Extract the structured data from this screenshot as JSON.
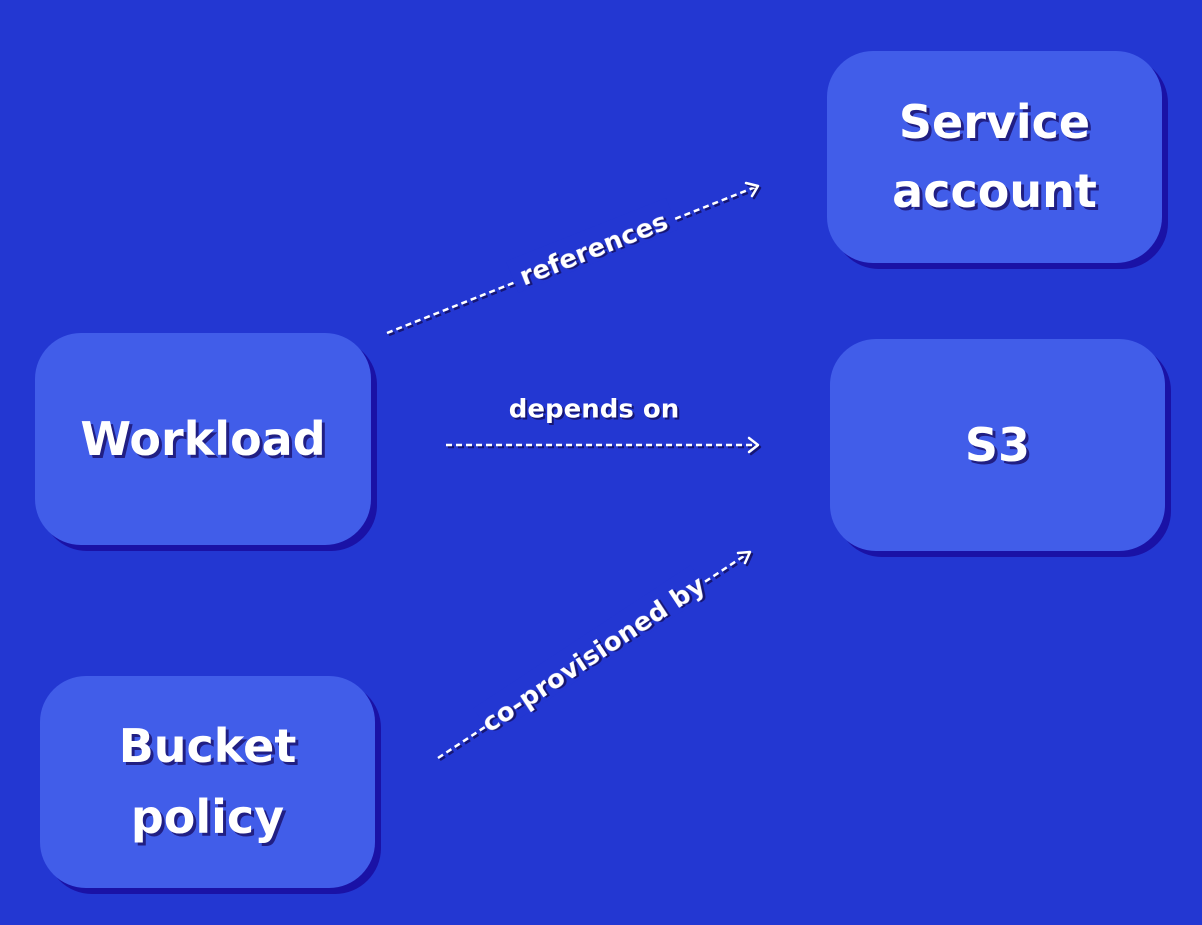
{
  "nodes": {
    "workload": "Workload",
    "bucket_policy_line1": "Bucket",
    "bucket_policy_line2": "policy",
    "service_account_line1": "Service",
    "service_account_line2": "account",
    "s3": "S3"
  },
  "edges": {
    "references": "references",
    "depends_on": "depends on",
    "co_provisioned_by": "co-provisioned by"
  },
  "colors": {
    "background": "#2337d2",
    "node_fill": "#415de9",
    "node_shadow": "#1a12a6",
    "text": "#ffffff"
  }
}
